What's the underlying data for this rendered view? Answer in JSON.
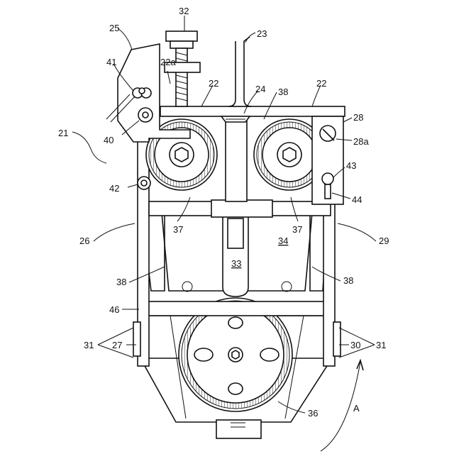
{
  "labels": {
    "l21": "21",
    "l22a": "22",
    "l22b": "22",
    "l22c": "22a",
    "l23": "23",
    "l24": "24",
    "l25": "25",
    "l26": "26",
    "l27": "27",
    "l28": "28",
    "l28a": "28a",
    "l29": "29",
    "l30": "30",
    "l31a": "31",
    "l31b": "31",
    "l32": "32",
    "l33": "33",
    "l34": "34",
    "l36": "36",
    "l37a": "37",
    "l37b": "37",
    "l38a": "38",
    "l38b": "38",
    "l38c": "38",
    "l40": "40",
    "l41": "41",
    "l42": "42",
    "l43": "43",
    "l44": "44",
    "l46": "46",
    "lA": "A"
  }
}
